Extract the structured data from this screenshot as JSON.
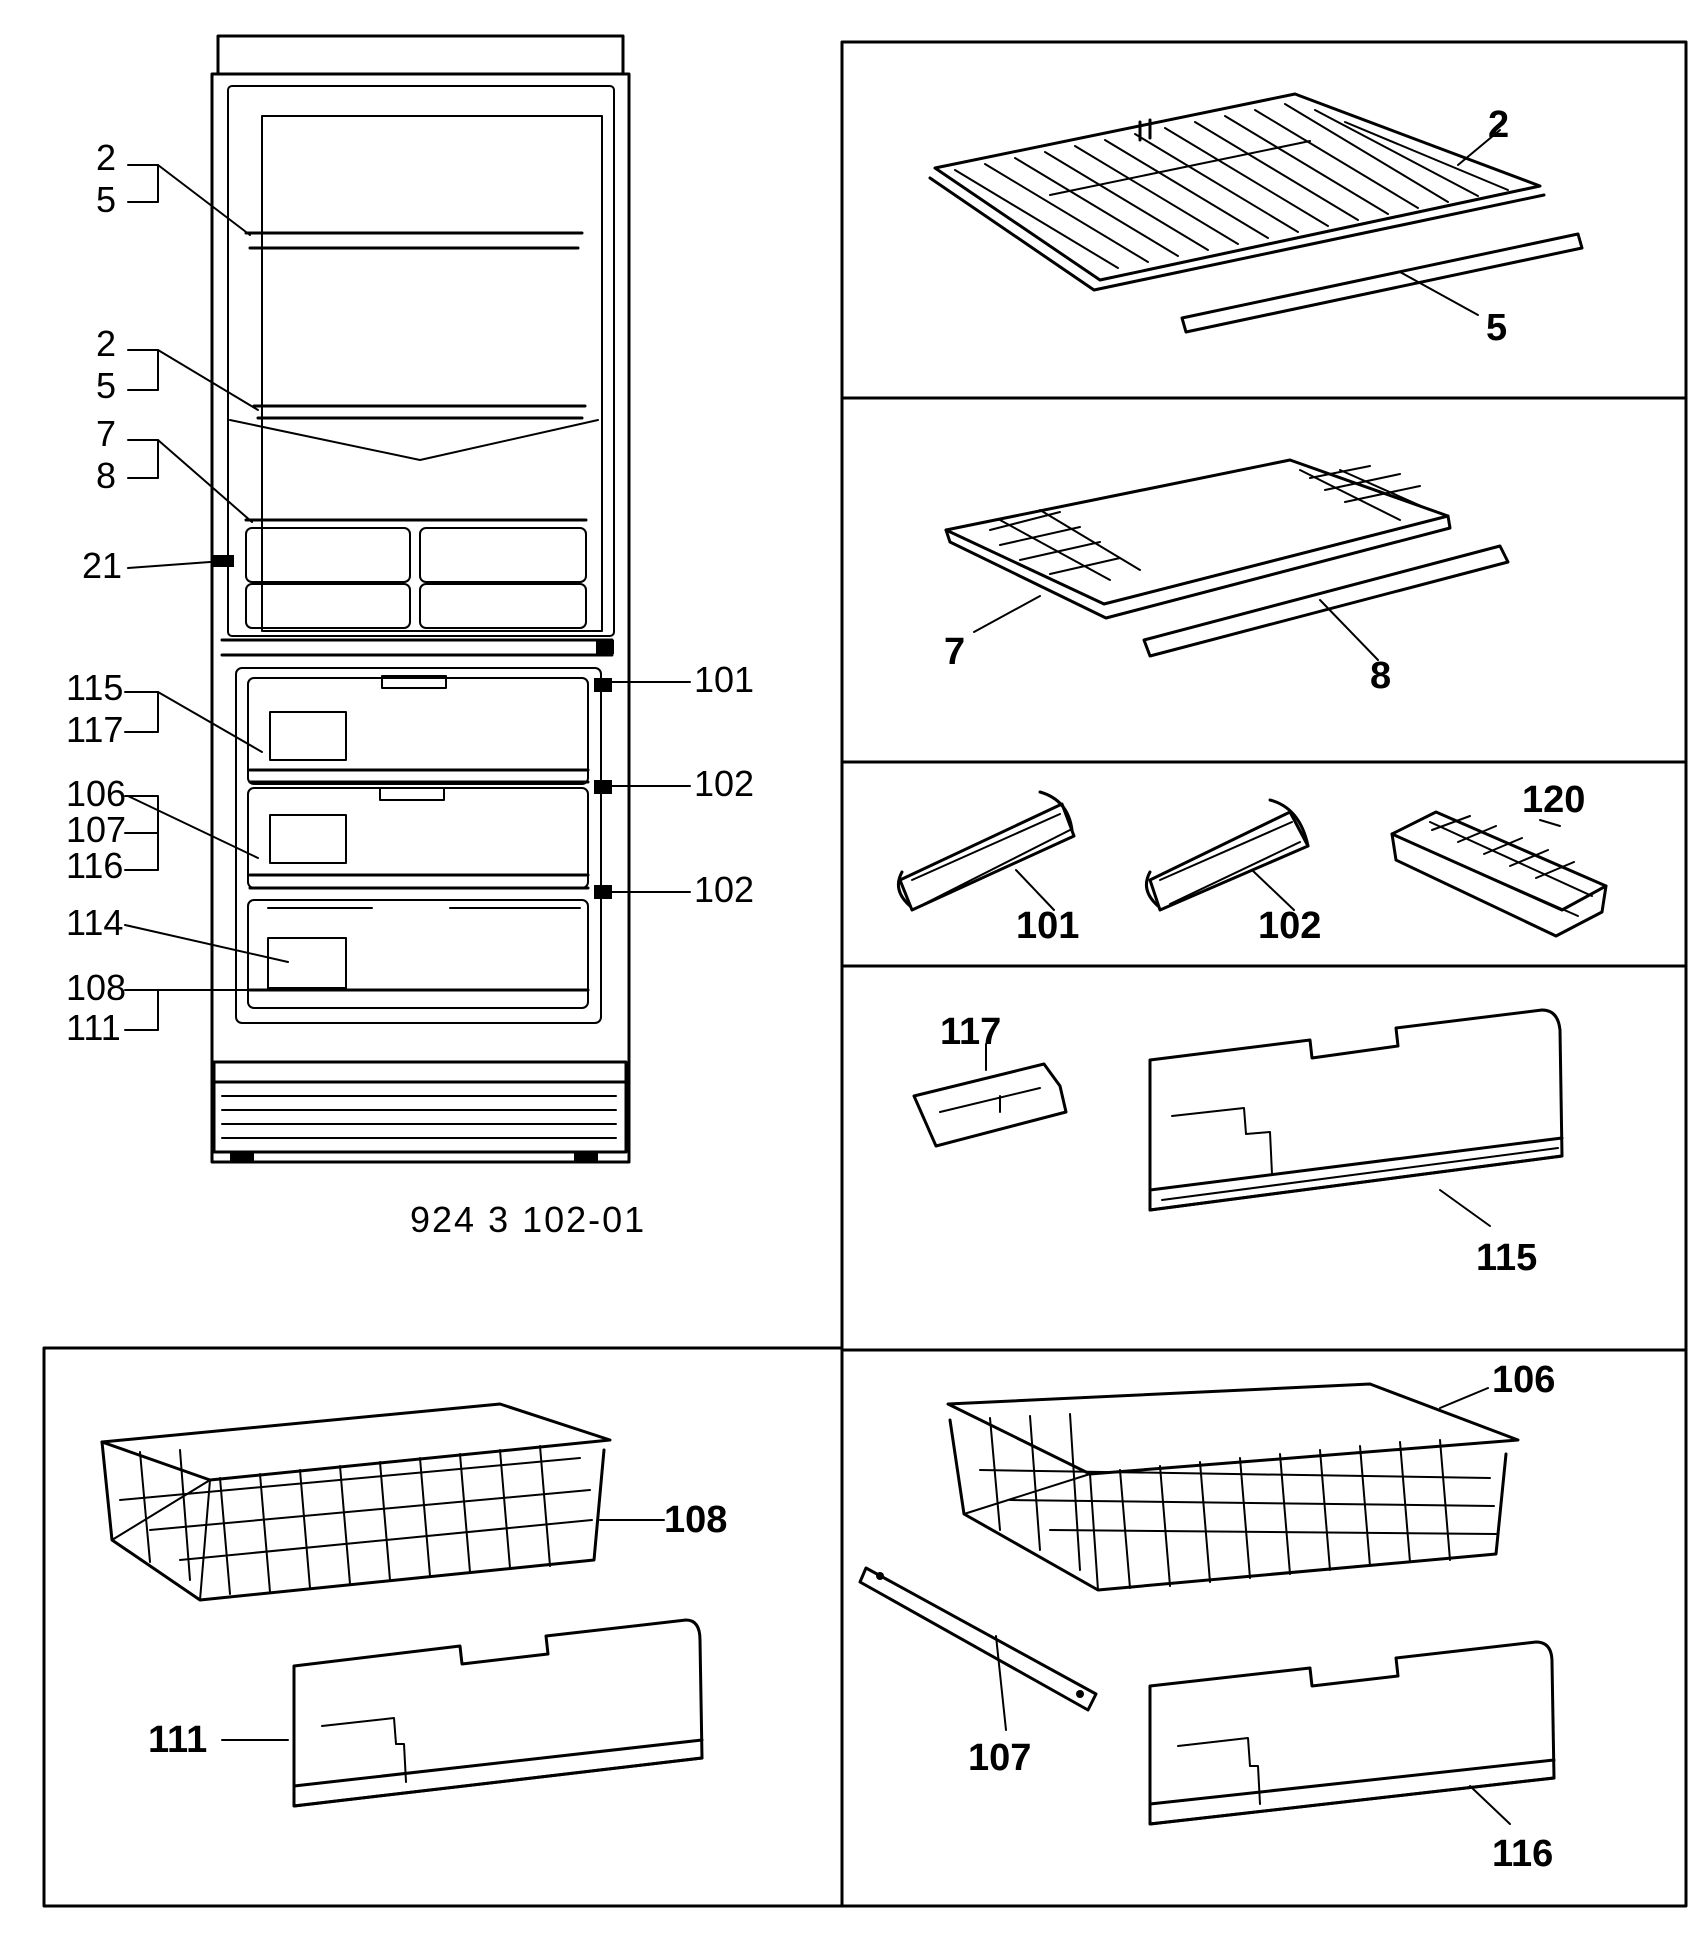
{
  "drawing_code": "924 3 102-01",
  "fridge_labels": {
    "l2a": "2",
    "l5a": "5",
    "l2b": "2",
    "l5b": "5",
    "l7": "7",
    "l8": "8",
    "l21": "21",
    "l115": "115",
    "l117": "117",
    "l106": "106",
    "l107": "107",
    "l116": "116",
    "l114": "114",
    "l108": "108",
    "l111": "111",
    "r101": "101",
    "r102a": "102",
    "r102b": "102"
  },
  "panels": {
    "shelf": {
      "p2": "2",
      "p5": "5"
    },
    "glass": {
      "p7": "7",
      "p8": "8"
    },
    "hinges": {
      "p101": "101",
      "p102": "102",
      "p120": "120"
    },
    "flap": {
      "p117": "117",
      "p115": "115"
    },
    "basket_left": {
      "p108": "108",
      "p111": "111"
    },
    "basket_right": {
      "p106": "106",
      "p107": "107",
      "p116": "116"
    }
  },
  "icons": [
    "fridge-icon",
    "wire-shelf-icon",
    "glass-shelf-icon",
    "hinge-icon",
    "ice-tray-icon",
    "flap-icon",
    "wire-basket-icon",
    "slide-rail-icon"
  ]
}
